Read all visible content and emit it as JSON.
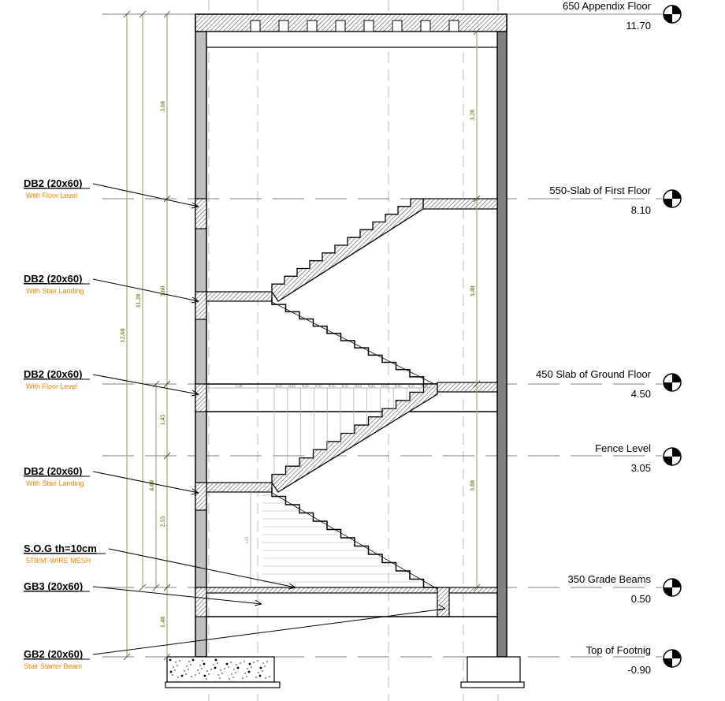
{
  "levels": [
    {
      "name": "650 Appendix Floor",
      "value": "11.70"
    },
    {
      "name": "550-Slab of First Floor",
      "value": "8.10"
    },
    {
      "name": "450 Slab of Ground Floor",
      "value": "4.50"
    },
    {
      "name": "Fence Level",
      "value": "3.05"
    },
    {
      "name": "350 Grade Beams",
      "value": "0.50"
    },
    {
      "name": "Top of Footnig",
      "value": "-0.90"
    }
  ],
  "beam_labels": [
    {
      "title": "DB2 (20x60)",
      "sub": "With Floor Level"
    },
    {
      "title": "DB2 (20x60)",
      "sub": "With Stair Landing"
    },
    {
      "title": "DB2 (20x60)",
      "sub": "With Floor Level"
    },
    {
      "title": "DB2 (20x60)",
      "sub": "With Stair Landing"
    },
    {
      "title": "S.O.G th=10cm",
      "sub": "5T8/M'-WIRE MESH"
    },
    {
      "title": "GB3 (20x60)",
      "sub": ""
    },
    {
      "title": "GB2 (20x60)",
      "sub": "Stair Starter Beam"
    }
  ],
  "dimensions": {
    "overall": "12.60",
    "to_grade": "11.20",
    "lower": "4.00",
    "chain": [
      "3.60",
      "3.60",
      "1.45",
      "2.55",
      "1.40"
    ],
    "right_chain": [
      "3.28",
      "3.40",
      "3.80"
    ],
    "landing_width": "1.29",
    "tread": "0.25",
    "stair_rise": "1.55"
  },
  "colors": {
    "dimension": "#a8a878",
    "label_sub": "#ff8000",
    "wall_left": "#c0c0c0",
    "wall_right": "#808080"
  }
}
